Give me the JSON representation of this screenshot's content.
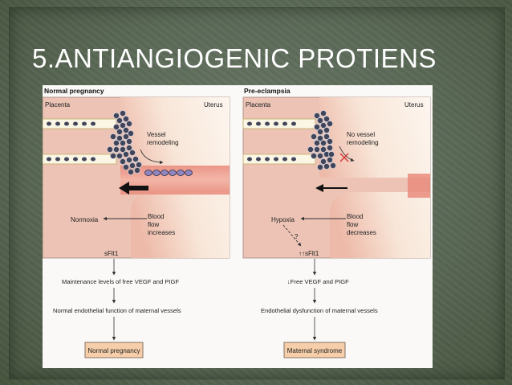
{
  "slide": {
    "title": "5.ANTIANGIOGENIC PROTIENS"
  },
  "panels": {
    "normal": {
      "heading": "Normal pregnancy",
      "placenta": "Placenta",
      "uterus": "Uterus",
      "vessel_label": [
        "Vessel",
        "remodeling"
      ],
      "oxygen_label": "Normoxia",
      "flow_label": [
        "Blood",
        "flow",
        "increases"
      ],
      "sflt": "sFlt1",
      "step1": "Maintenance levels of free VEGF and PIGF",
      "step2": "Normal endothelial function of maternal vessels",
      "outcome": "Normal pregnancy"
    },
    "preeclampsia": {
      "heading": "Pre-eclampsia",
      "placenta": "Placenta",
      "uterus": "Uterus",
      "vessel_label": [
        "No vessel",
        "remodeling"
      ],
      "oxygen_label": "Hypoxia",
      "question": "?",
      "flow_label": [
        "Blood",
        "flow",
        "decreases"
      ],
      "sflt": "↑↑sFlt1",
      "step1": "↓Free VEGF and PIGF",
      "step2": "Endothelial dysfunction of maternal vessels",
      "outcome": "Maternal syndrome"
    }
  },
  "colors": {
    "placenta": "#ecc3b4",
    "uterus_light": "#f7e5d8",
    "vessel_red": "#dc7769",
    "cell_fill": "#41455a",
    "remodel_cell": "#8f86c0",
    "outcome_box": "#f6ceaa",
    "title": "#ffffff"
  }
}
